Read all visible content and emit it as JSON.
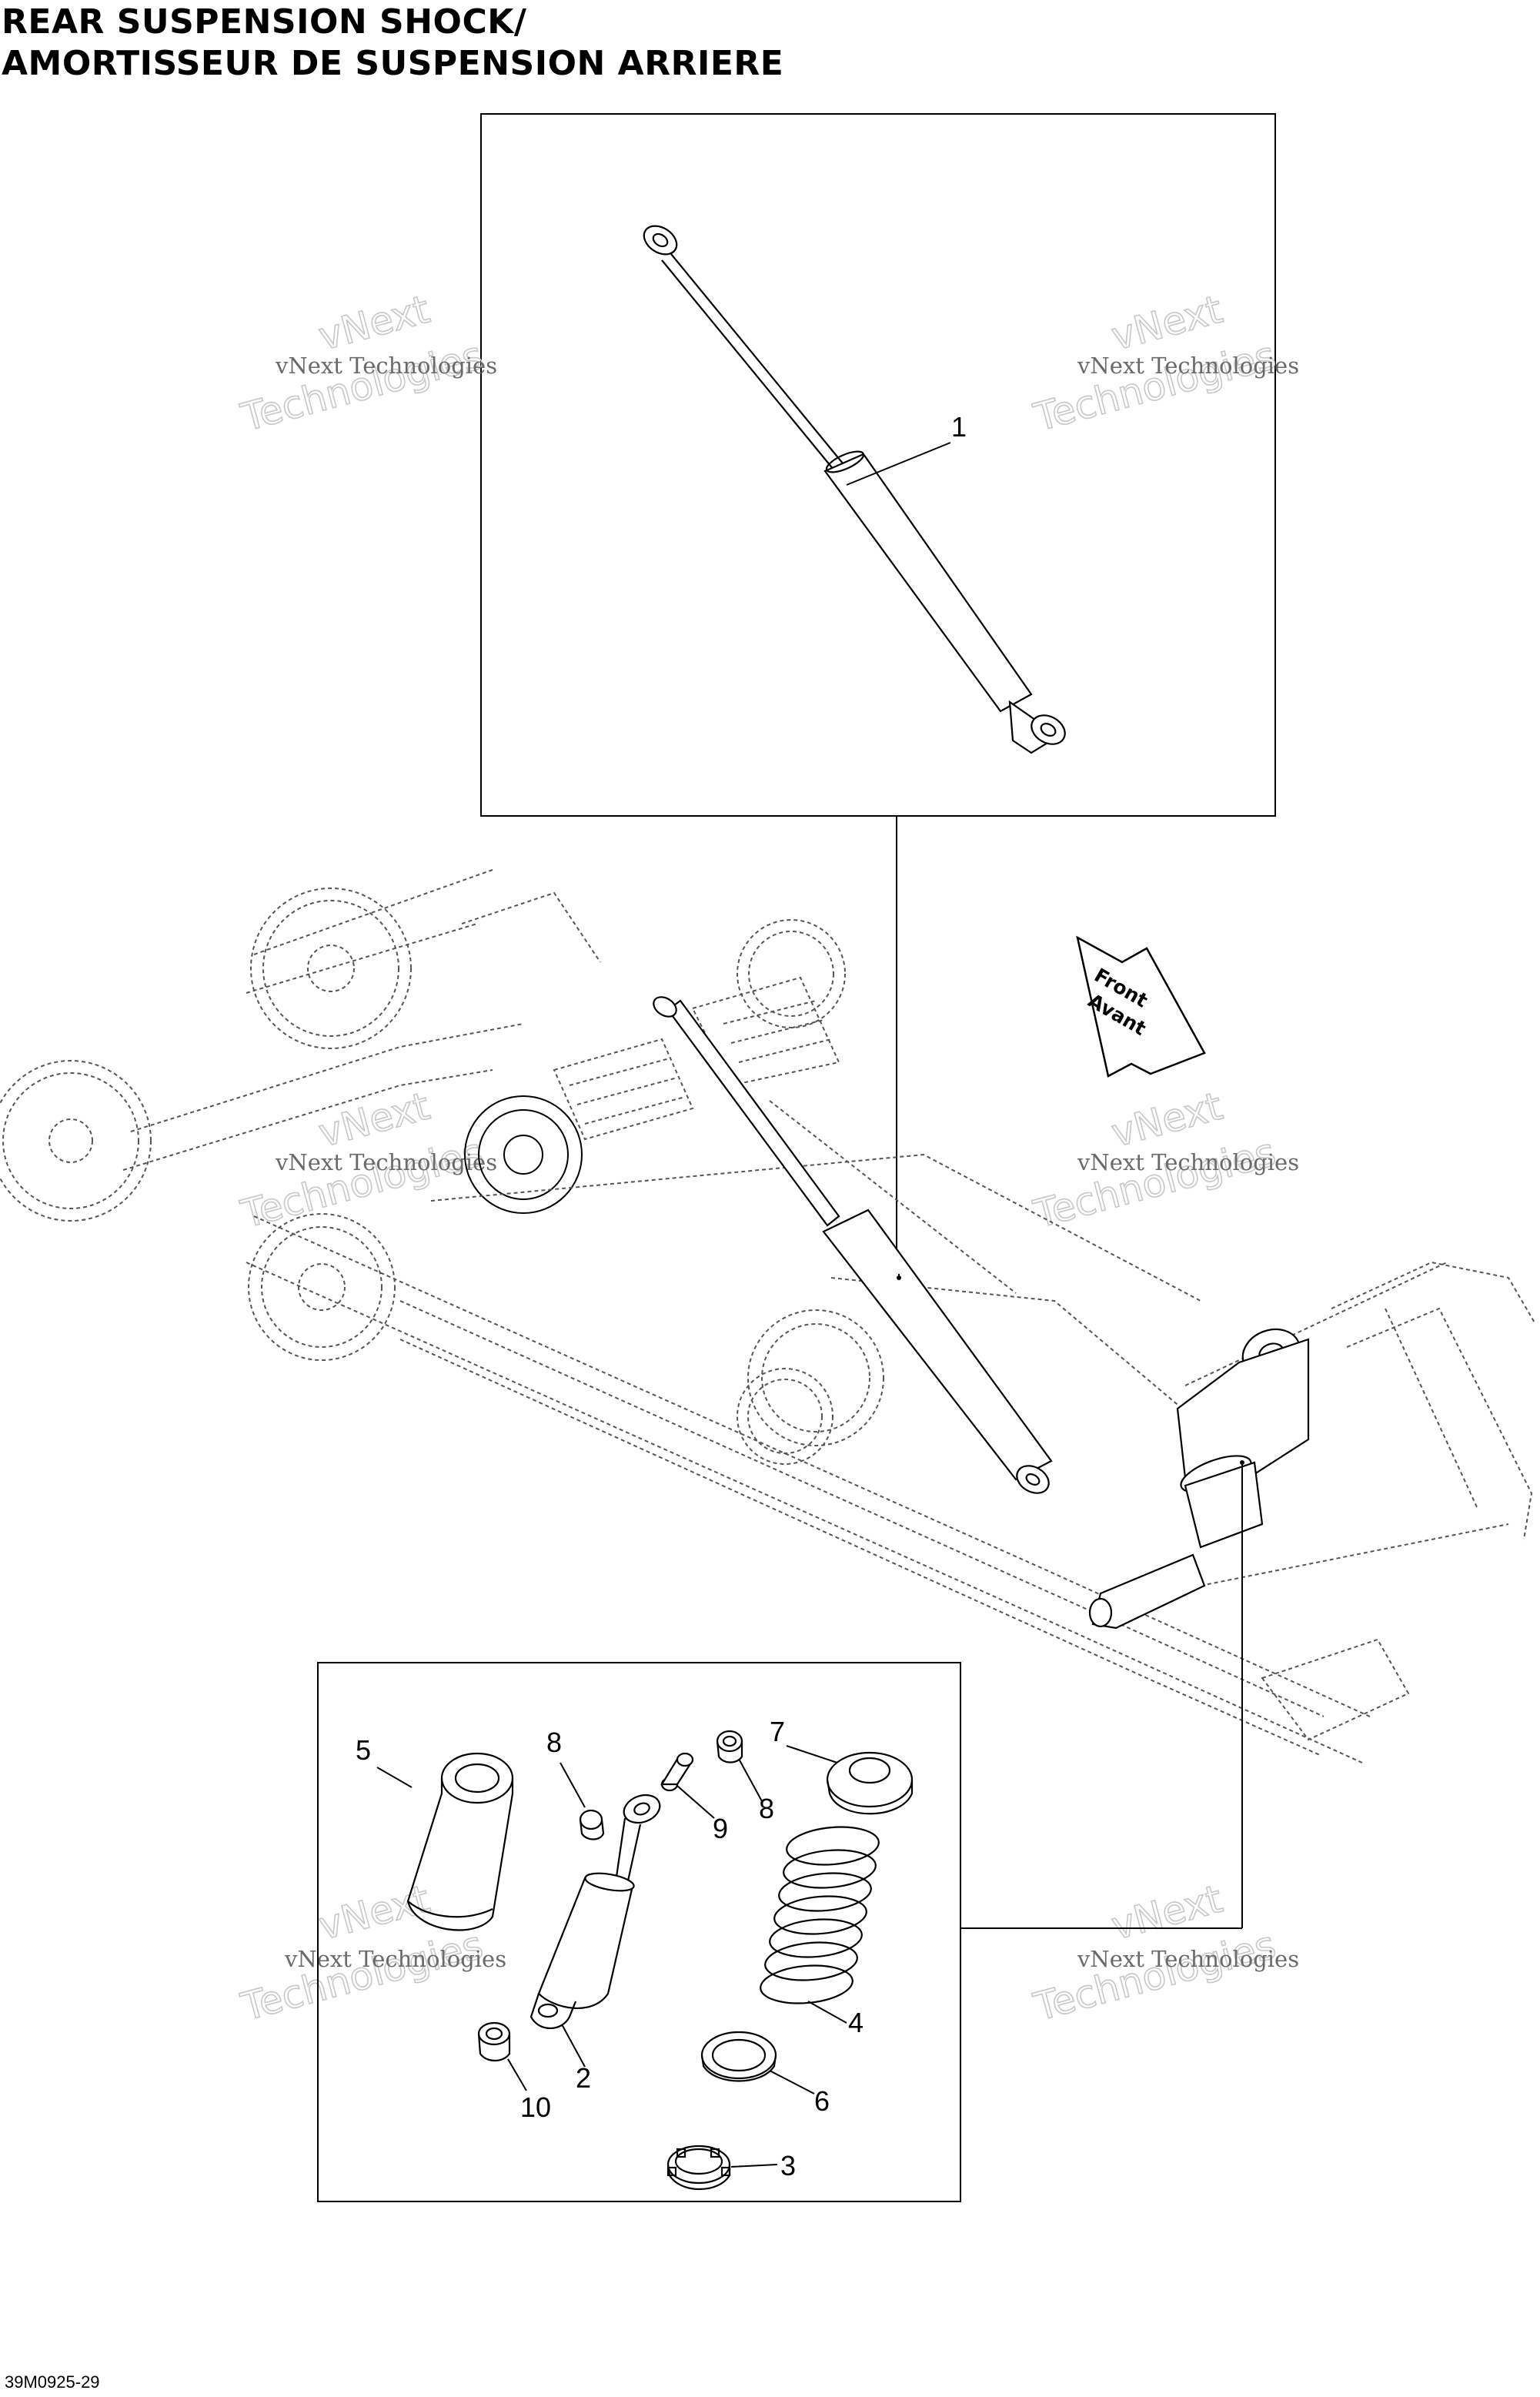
{
  "title": {
    "line1": "REAR SUSPENSION SHOCK/",
    "line2": "AMORTISSEUR DE SUSPENSION ARRIERE"
  },
  "drawing_code": "39M0925-29",
  "direction_label": {
    "line1": "Front",
    "line2": "Avant"
  },
  "watermark": {
    "small": "vNext Technologies",
    "large_top": "vNext",
    "large_bottom": "Technologies"
  },
  "callouts": [
    "1",
    "2",
    "3",
    "4",
    "5",
    "6",
    "7",
    "8",
    "8",
    "9",
    "10"
  ]
}
